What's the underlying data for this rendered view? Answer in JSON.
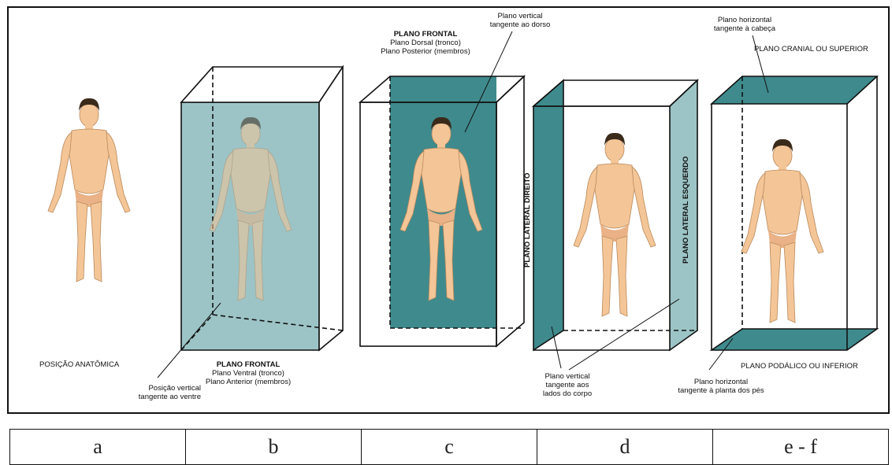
{
  "figure": {
    "a": {
      "caption": "POSIÇÃO ANATÔMICA"
    },
    "b": {
      "plane_title": "PLANO FRONTAL",
      "plane_sub1": "Plano Ventral (tronco)",
      "plane_sub2": "Plano Anterior (membros)",
      "pointer_line1": "Posição vertical",
      "pointer_line2": "tangente ao ventre"
    },
    "c": {
      "plane_title": "PLANO FRONTAL",
      "plane_sub1": "Plano Dorsal (tronco)",
      "plane_sub2": "Plano Posterior (membros)",
      "pointer_line1": "Plano vertical",
      "pointer_line2": "tangente ao dorso"
    },
    "d": {
      "right_plane": "PLANO LATERAL DIREITO",
      "left_plane": "PLANO LATERAL ESQUERDO",
      "pointer_line1": "Plano vertical",
      "pointer_line2": "tangente aos",
      "pointer_line3": "lados do corpo"
    },
    "ef": {
      "top_pointer_line1": "Plano horizontal",
      "top_pointer_line2": "tangente à cabeça",
      "cranial": "PLANO CRANIAL OU SUPERIOR",
      "podal": "PLANO PODÁLICO OU INFERIOR",
      "bottom_pointer_line1": "Plano horizontal",
      "bottom_pointer_line2": "tangente à planta dos pés"
    }
  },
  "letters": [
    "a",
    "b",
    "c",
    "d",
    "e - f"
  ],
  "colors": {
    "plane_light": "#9cc4c6",
    "plane_dark": "#3f8a8c",
    "skin": "#f4c596",
    "hair": "#3a2a1a"
  }
}
